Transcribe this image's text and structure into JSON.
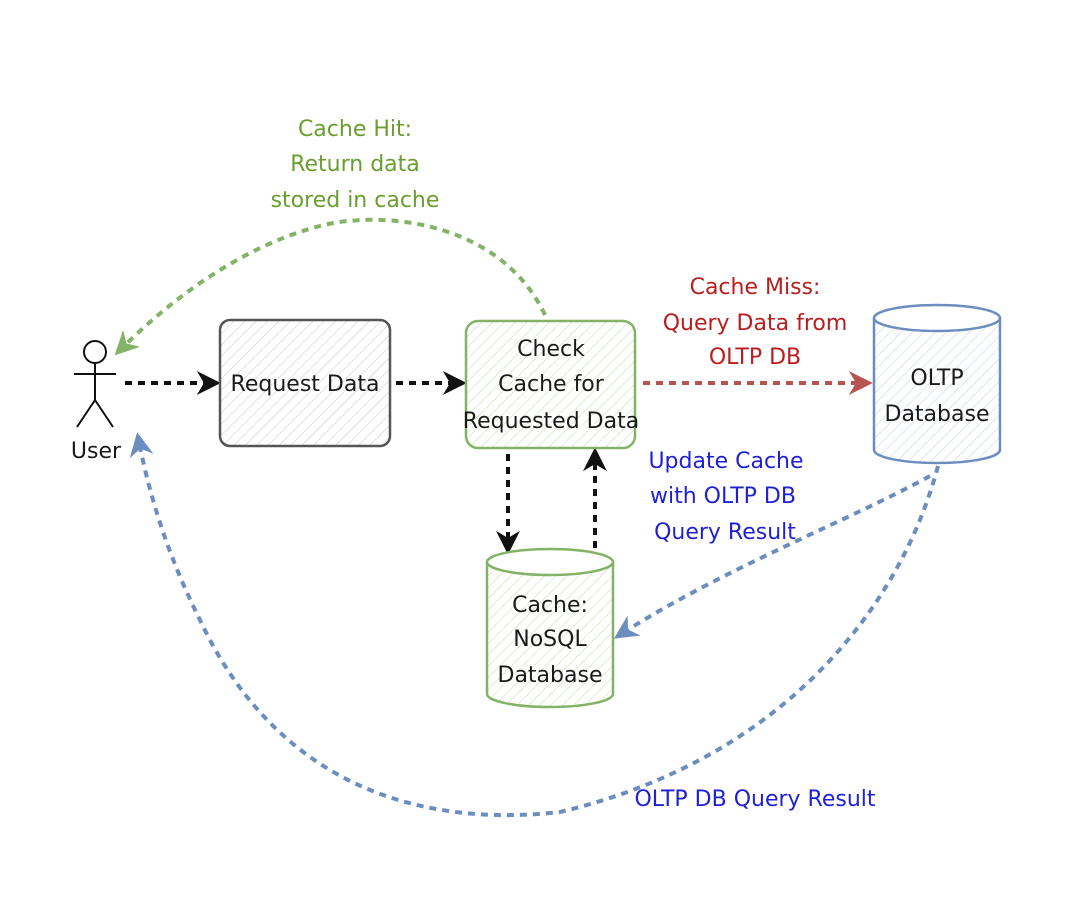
{
  "colors": {
    "black": "#111111",
    "green": "#82b366",
    "green_text": "#6a9e2f",
    "red": "#b85450",
    "red_text": "#b81e1e",
    "blue": "#6c8ebf",
    "blue_text": "#1f1fd6",
    "gray": "#555555"
  },
  "actor": {
    "label": "User",
    "icon": "stick-figure-icon"
  },
  "nodes": {
    "request": {
      "label": "Request Data"
    },
    "check": {
      "lines": [
        "Check",
        "Cache for",
        "Requested Data"
      ]
    },
    "oltp": {
      "lines": [
        "OLTP",
        "Database"
      ]
    },
    "cache": {
      "lines": [
        "Cache:",
        "NoSQL",
        "Database"
      ]
    }
  },
  "edges": {
    "cache_hit": {
      "lines": [
        "Cache Hit:",
        "Return data",
        "stored in cache"
      ]
    },
    "cache_miss": {
      "lines": [
        "Cache Miss:",
        "Query Data from",
        "OLTP DB"
      ]
    },
    "update_cache": {
      "lines": [
        "Update Cache",
        "with OLTP DB",
        "Query Result"
      ]
    },
    "oltp_result": {
      "label": "OLTP DB Query Result"
    }
  }
}
